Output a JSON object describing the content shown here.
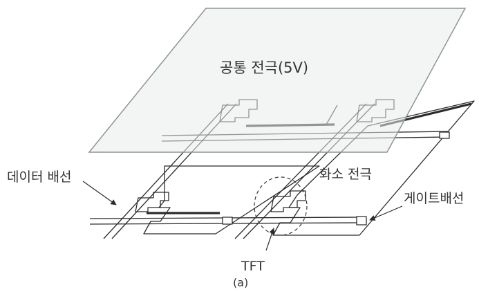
{
  "labels": {
    "common_electrode": "공통 전극(5V)",
    "data_line": "데이터 배선",
    "pixel_electrode": "화소 전극",
    "gate_line": "게이트배선",
    "tft": "TFT",
    "caption": "(a)"
  },
  "colors": {
    "common_plane_fill": "#e9eded",
    "common_plane_stroke": "#8d9494",
    "line": "#2b2b2b",
    "text": "#333333"
  }
}
